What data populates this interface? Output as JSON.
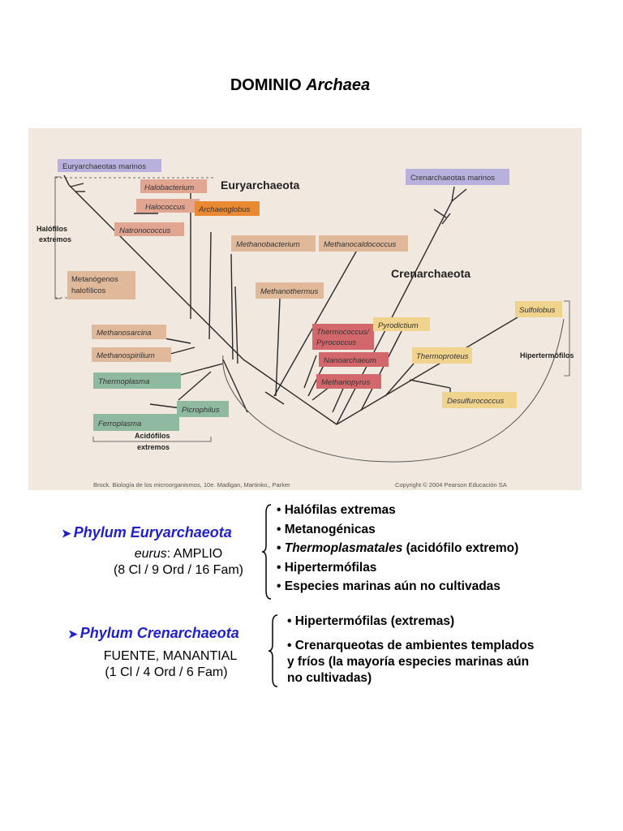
{
  "title": {
    "prefix": "DOMINIO ",
    "italic": "Archaea"
  },
  "figure": {
    "groups": {
      "euryarchaeota": "Euryarchaeota",
      "crenarchaeota": "Crenarchaeota",
      "halofilos_1": "Halófilos",
      "halofilos_2": "extremos",
      "acidofilos_1": "Acidófilos",
      "acidofilos_2": "extremos",
      "hipertermofilos": "Hipertermófilos"
    },
    "labels": {
      "euryarchaeotas_marinos": "Euryarchaeotas marinos",
      "halobacterium": "Halobacterium",
      "halococcus": "Halococcus",
      "natronococcus": "Natronococcus",
      "archaeoglobus": "Archaeoglobus",
      "metanogenos_1": "Metanógenos",
      "metanogenos_2": "halofílicos",
      "methanobacterium": "Methanobacterium",
      "methanocaldococcus": "Methanocaldococcus",
      "methanothermus": "Methanothermus",
      "methanosarcina": "Methanosarcina",
      "methanospirilium": "Methanospirilium",
      "thermoplasma": "Thermoplasma",
      "picrophilus": "Picrophilus",
      "ferroplasma": "Ferroplasma",
      "crenarchaeotas_marinos": "Crenarchaeotas marinos",
      "thermococcus_1": "Thermococcus/",
      "thermococcus_2": "Pyrococcus",
      "nanoarchaeum": "Nanoarchaeum",
      "methanopyrus": "Methanopyrus",
      "pyrodictium": "Pyrodictium",
      "thermoproteus": "Thermoproteus",
      "sulfolobus": "Sulfolobus",
      "desulfurococcus": "Desulfurococcus"
    },
    "caption_left": "Brock. Biología de los microorganismos, 10e. Madigan, Martinko,, Parker",
    "caption_right": "Copyright © 2004 Pearson Educación SA",
    "colors": {
      "background": "#f1e9e0",
      "purple": "#b9b1dd",
      "salmon": "#e2a592",
      "tan": "#dfb99a",
      "orange": "#e98a32",
      "red": "#d3686c",
      "yellow": "#f0d48e",
      "green": "#90b9a2",
      "phylum_blue": "#1f1fd0"
    }
  },
  "eury": {
    "arrow": "➤",
    "name": "Phylum Euryarchaeota",
    "etym_italic": "eurus",
    "etym_rest": ": AMPLIO",
    "counts": "(8 Cl / 9 Ord / 16 Fam)",
    "bullets": {
      "b1": "• Halófilas extremas",
      "b2": "• Metanogénicas",
      "b3_prefix": "• ",
      "b3_italic": "Thermoplasmatales",
      "b3_rest": " (acidófilo extremo)",
      "b4": "• Hipertermófilas",
      "b5": "• Especies marinas aún no cultivadas"
    }
  },
  "cren": {
    "arrow": "➤",
    "name": "Phylum Crenarchaeota",
    "etym": "FUENTE, MANANTIAL",
    "counts": "(1 Cl / 4 Ord / 6 Fam)",
    "bullets": {
      "b1": "• Hipertermófilas (extremas)",
      "b2_l1": "• Crenarqueotas de ambientes templados",
      "b2_l2": "y fríos (la mayoría especies marinas aún",
      "b2_l3": "no cultivadas)"
    }
  }
}
